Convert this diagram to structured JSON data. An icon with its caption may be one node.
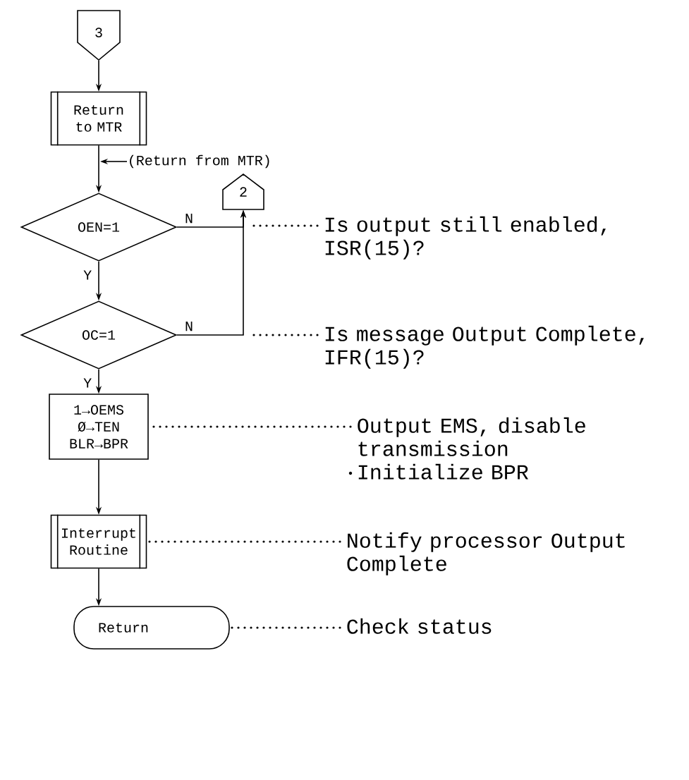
{
  "diagram": {
    "nodes": [
      {
        "text": [
          "3"
        ]
      },
      {
        "text": [
          "Return to MTR"
        ]
      },
      {
        "text": [
          "OEN=1"
        ]
      },
      {
        "text": [
          "2"
        ]
      },
      {
        "text": [
          "OC=1"
        ]
      },
      {
        "text": [
          "1→OEMS Ø→TEN BLR→BPR"
        ]
      },
      {
        "text": [
          "Interrupt Routine"
        ]
      },
      {
        "text": [
          "Return"
        ]
      },
      {
        "text": [
          "Is output still enabled, ISR(15)?"
        ]
      },
      {
        "text": [
          "Is message Output Complete, IFR(15)?"
        ]
      },
      {
        "text": [
          "Output EMS, disable transmission",
          "Initialize BPR"
        ]
      },
      {
        "text": [
          "Notify processor Output Complete"
        ]
      },
      {
        "text": [
          "Check status"
        ]
      },
      {
        "text": [
          "(Return from MTR)"
        ]
      }
    ],
    "edges": [
      {
        "from": 0,
        "to": 1,
        "arrow": "to"
      },
      {
        "from": 1,
        "to": 2,
        "arrow": "to"
      },
      {
        "from": 2,
        "to": 3,
        "arrow": "to",
        "label": "N"
      },
      {
        "from": 2,
        "to": 4,
        "arrow": "to",
        "label": "Y"
      },
      {
        "from": 4,
        "to": 3,
        "arrow": "to",
        "label": "N"
      },
      {
        "from": 4,
        "to": 5,
        "arrow": "to",
        "label": "Y"
      },
      {
        "from": 5,
        "to": 6,
        "arrow": "to"
      },
      {
        "from": 6,
        "to": 7,
        "arrow": "to"
      },
      {
        "from": 13,
        "to": null,
        "arrow": "to"
      },
      {
        "from": 8,
        "to": null,
        "arrow": "none",
        "style": "dashed"
      },
      {
        "from": 9,
        "to": null,
        "arrow": "none",
        "style": "dashed"
      },
      {
        "from": 10,
        "to": 5,
        "arrow": "none",
        "style": "dashed"
      },
      {
        "from": 11,
        "to": 6,
        "arrow": "none",
        "style": "dashed"
      },
      {
        "from": 12,
        "to": 7,
        "arrow": "none",
        "style": "dashed"
      }
    ]
  }
}
